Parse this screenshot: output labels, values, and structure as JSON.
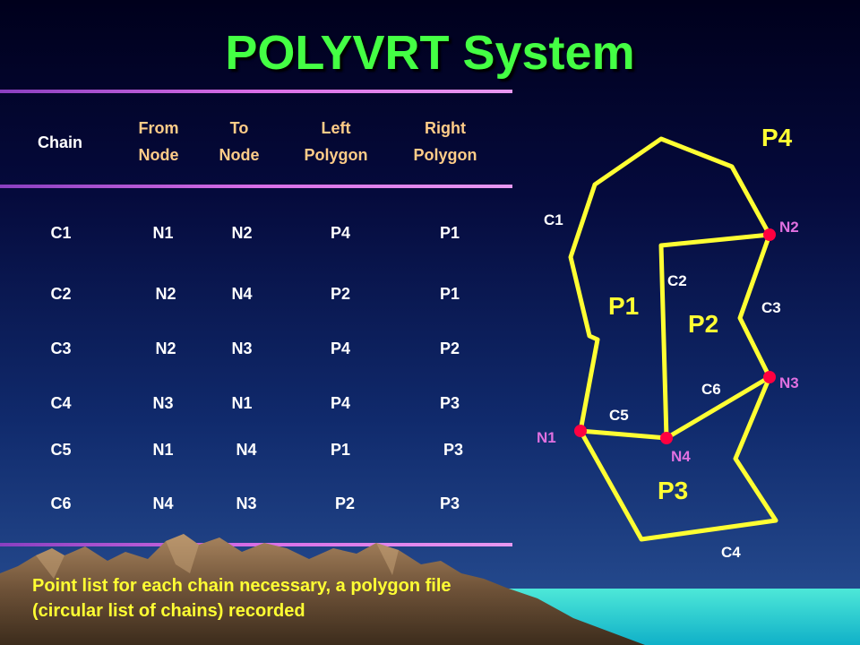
{
  "title": "POLYVRT System",
  "table": {
    "headers": [
      {
        "line1": "Chain",
        "line2": ""
      },
      {
        "line1": "From",
        "line2": "Node"
      },
      {
        "line1": "To",
        "line2": "Node"
      },
      {
        "line1": "Left",
        "line2": "Polygon"
      },
      {
        "line1": "Right",
        "line2": "Polygon"
      }
    ],
    "rows": [
      {
        "chain": "C1",
        "from": "N1",
        "to": "N2",
        "left": "P4",
        "right": "P1"
      },
      {
        "chain": "C2",
        "from": "N2",
        "to": "N4",
        "left": "P2",
        "right": "P1"
      },
      {
        "chain": "C3",
        "from": "N2",
        "to": "N3",
        "left": "P4",
        "right": "P2"
      },
      {
        "chain": "C4",
        "from": "N3",
        "to": "N1",
        "left": "P4",
        "right": "P3"
      },
      {
        "chain": "C5",
        "from": "N1",
        "to": "N4",
        "left": "P1",
        "right": "P3"
      },
      {
        "chain": "C6",
        "from": "N4",
        "to": "N3",
        "left": "P2",
        "right": "P3"
      }
    ]
  },
  "note": "Point list for each chain necessary, a polygon file (circular list of chains) recorded",
  "diagram": {
    "polygons": [
      "P4",
      "P1",
      "P2",
      "P3"
    ],
    "chains": [
      "C1",
      "C2",
      "C3",
      "C4",
      "C5",
      "C6"
    ],
    "nodes": [
      "N1",
      "N2",
      "N3",
      "N4"
    ],
    "colors": {
      "line": "#ffff33",
      "node": "#ff0040",
      "node_label": "#e070e0",
      "polygon_label": "#ffff33",
      "chain_label": "#ffffff"
    }
  }
}
